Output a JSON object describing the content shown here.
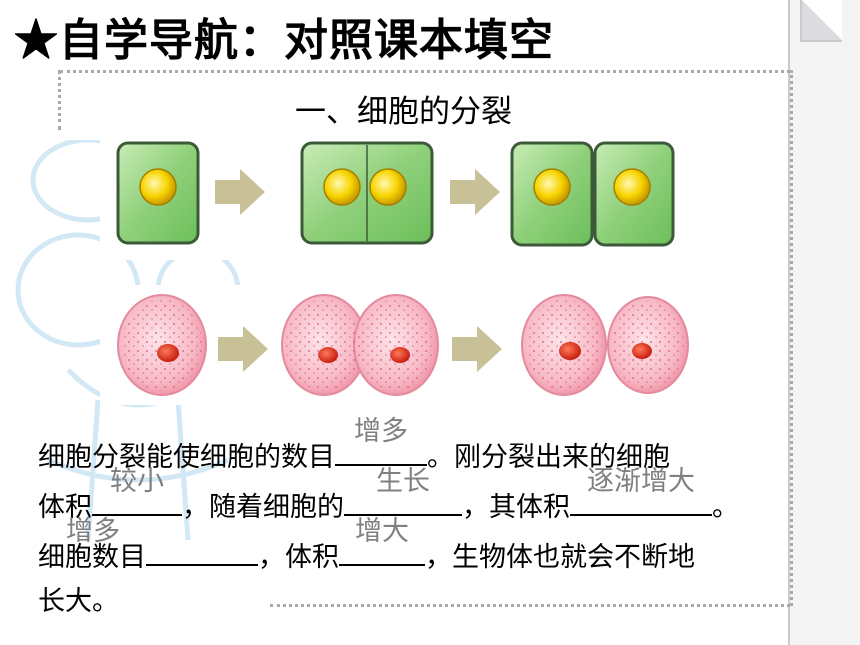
{
  "header": {
    "title": "★自学导航：对照课本填空"
  },
  "section": {
    "heading": "一、细胞的分裂"
  },
  "diagrams": {
    "plant_cell_division": "plant-cell-division-diagram",
    "animal_cell_division": "animal-cell-division-diagram"
  },
  "colors": {
    "plant_cell": "#8fd07a",
    "plant_border": "#3c5a3a",
    "nucleus_yellow": "#f7d400",
    "animal_cell": "#f5b8c4",
    "animal_nucleus": "#e0321e",
    "arrow": "#c8c096",
    "answer_text": "#808080"
  },
  "paragraph": {
    "s1_a": "细胞分裂能使细胞的数目",
    "ans_number": "增多",
    "s1_b": "。刚分裂出来的细胞",
    "s2_a": "体积",
    "ans_size": "较小",
    "s2_b": "，随着细胞的",
    "ans_growth": "生长",
    "s2_c": "，其体积",
    "ans_increase": "逐渐增大",
    "s2_d": "。",
    "s3_a": "细胞数目",
    "ans_number2": "增多",
    "s3_b": "，体积",
    "ans_size2": "增大",
    "s3_c": "，生物体也就会不断地",
    "s4_a": "长大。"
  }
}
